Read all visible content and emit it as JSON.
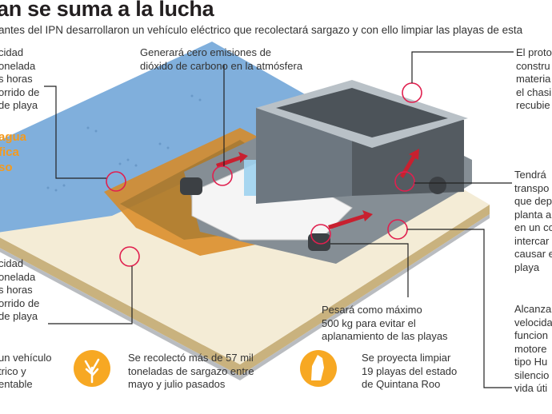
{
  "header": {
    "title": "an se suma a la lucha",
    "subtitle": "antes del IPN desarrollaron un vehículo eléctrico que recolectará sargazo y con ello limpiar las playas de esta"
  },
  "labels": {
    "top_left": [
      "cidad",
      "onelada",
      "s horas",
      "orrido de",
      "de playa"
    ],
    "water": [
      "agua",
      "fica",
      "so"
    ],
    "emissions": [
      "Generará cero emisiones de",
      "dióxido de carbono en la atmósfera"
    ],
    "top_right": [
      "El proto",
      "constru",
      "materia",
      "el chasi",
      "recubie"
    ],
    "conveyor": [
      "Tendrá",
      "transpo",
      "que dep",
      "planta a",
      "en un co",
      "intercar",
      "causar e",
      "playa"
    ],
    "bottom_left": [
      "cidad",
      "onelada",
      "s horas",
      "orrido de",
      "de playa"
    ],
    "weight": [
      "Pesará como máximo",
      "500 kg para evitar el",
      "aplanamiento de las playas"
    ],
    "speed": [
      "Alcanza",
      "velocida",
      "funcion",
      "motore",
      "tipo Hu",
      "silencio",
      "vida úti"
    ]
  },
  "facts": {
    "vehicle": [
      "un vehículo",
      "trico y",
      "entable"
    ],
    "collected": [
      "Se recolectó más de 57 mil",
      "toneladas de sargazo entre",
      "mayo y julio pasados"
    ],
    "beaches": [
      "Se proyecta limpiar",
      "19 playas del  estado",
      "de Quintana Roo"
    ]
  },
  "colors": {
    "accent": "#f7a823",
    "water": "#7eaedc",
    "sand": "#f3ead3",
    "vehicle": "#6c767d",
    "marker": "#e0204f"
  }
}
